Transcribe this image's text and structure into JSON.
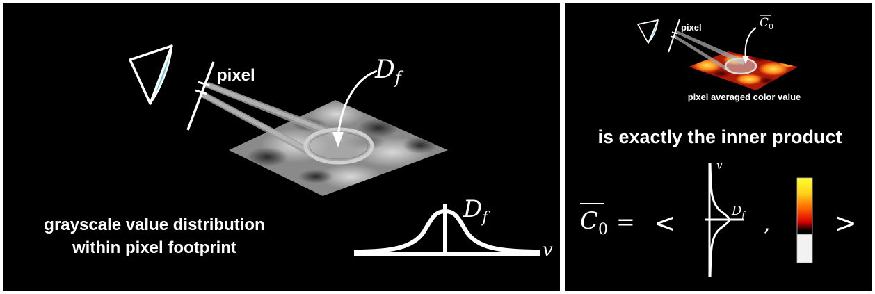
{
  "left": {
    "pixel_label": "pixel",
    "df_label": "D",
    "df_subscript": "f",
    "caption_line1": "grayscale value distribution",
    "caption_line2": "within pixel footprint",
    "curve_df_label": "D",
    "curve_df_subscript": "f",
    "axis_v_label": "v"
  },
  "right": {
    "pixel_label": "pixel",
    "c0_label": "C",
    "c0_subscript": "0",
    "averaged_caption": "pixel averaged color value",
    "headline": "is exactly the inner product",
    "eq_lhs": "C",
    "eq_lhs_subscript": "0",
    "eq_sign": "=",
    "open_bracket": "<",
    "comma": ",",
    "close_bracket": ">",
    "axis_v_label": "v",
    "df_label": "D",
    "df_subscript": "f"
  },
  "colors": {
    "background": "#000000",
    "eye_fill": "#6cc6dd",
    "foreground": "#ffffff"
  }
}
